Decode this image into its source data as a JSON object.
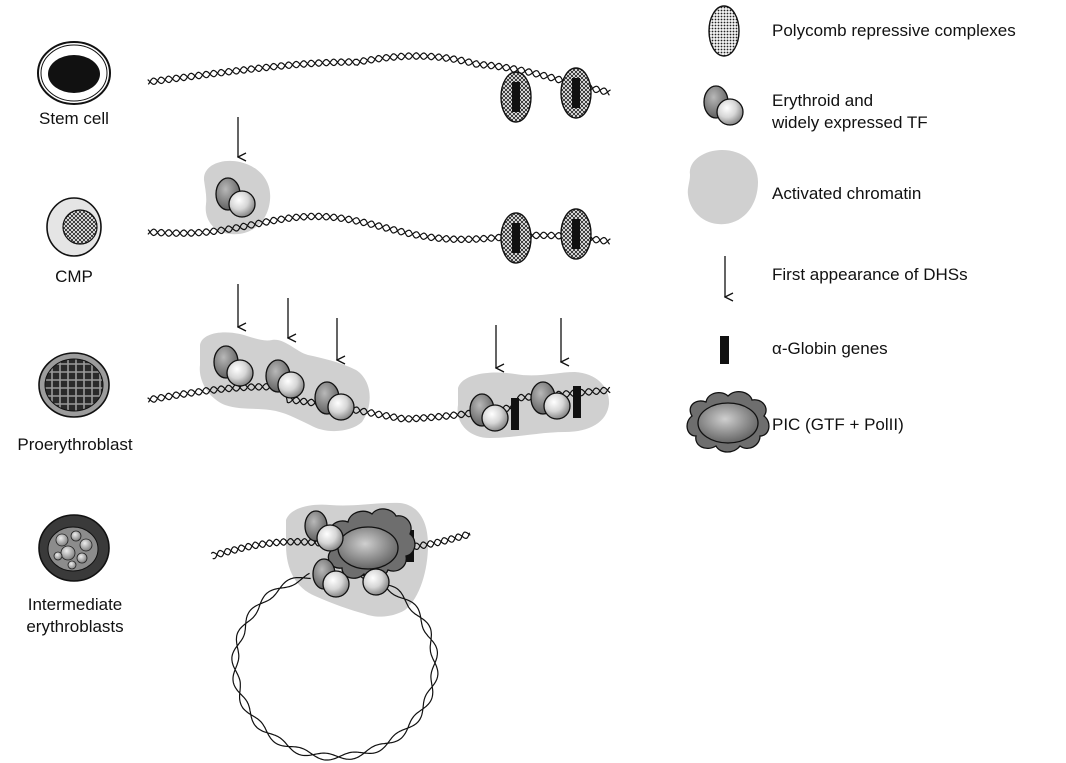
{
  "stages": [
    {
      "label": "Stem cell"
    },
    {
      "label": "CMP"
    },
    {
      "label": "Proerythroblast"
    },
    {
      "label_line1": "Intermediate",
      "label_line2": "erythroblasts"
    }
  ],
  "legend": {
    "polycomb": "Polycomb repressive complexes",
    "tf_line1": "Erythroid and",
    "tf_line2": "widely expressed TF",
    "chromatin": "Activated chromatin",
    "dhs": "First appearance of DHSs",
    "globin": "α-Globin genes",
    "pic": "PIC (GTF + PolII)"
  },
  "colors": {
    "line": "#111111",
    "chromatin": "#d0d0d0",
    "tf_dark": "#7a7a7a",
    "tf_light": "#e6e6e6",
    "globin_gene": "#111111"
  }
}
